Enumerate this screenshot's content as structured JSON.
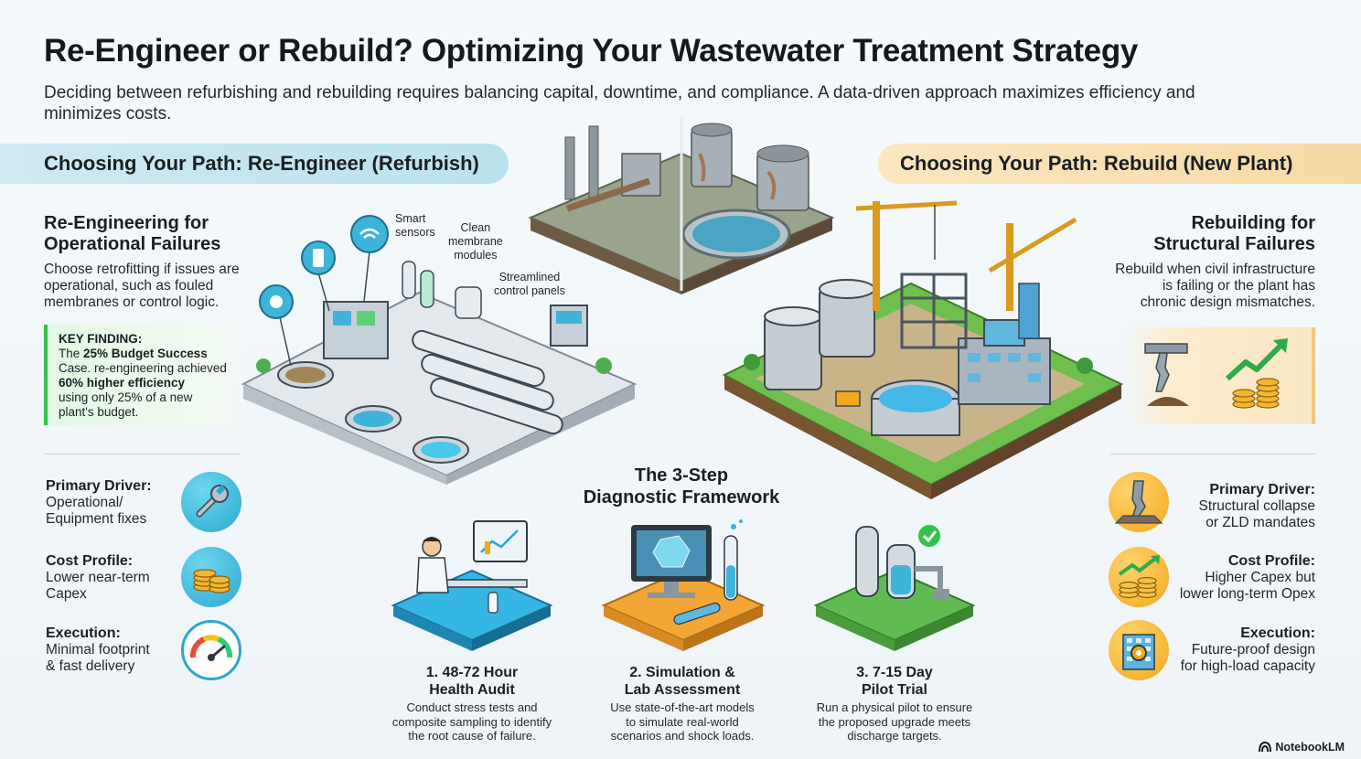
{
  "header": {
    "title": "Re-Engineer or Rebuild? Optimizing Your Wastewater Treatment Strategy",
    "subtitle": "Deciding between refurbishing and rebuilding requires balancing capital, downtime, and compliance. A data-driven approach maximizes efficiency and minimizes costs."
  },
  "left": {
    "pill": "Choosing Your Path: Re-Engineer (Refurbish)",
    "section_title_1": "Re-Engineering for",
    "section_title_2": "Operational Failures",
    "section_text": "Choose retrofitting if issues are operational, such as fouled membranes or control logic.",
    "key_finding": {
      "label": "KEY FINDING:",
      "line1_pre": "The ",
      "line1_bold": "25% Budget Success",
      "line2": "Case. re-engineering achieved",
      "line3_bold": "60% higher efficiency",
      "line4": "using only 25% of a new",
      "line5": "plant's budget."
    },
    "drivers": [
      {
        "label": "Primary Driver:",
        "text1": "Operational/",
        "text2": "Equipment fixes",
        "icon": "wrench-icon"
      },
      {
        "label": "Cost Profile:",
        "text1": "Lower near-term",
        "text2": "Capex",
        "icon": "coins-icon"
      },
      {
        "label": "Execution:",
        "text1": "Minimal footprint",
        "text2": "& fast delivery",
        "icon": "gauge-icon"
      }
    ],
    "callouts": {
      "smart_sensors_1": "Smart",
      "smart_sensors_2": "sensors",
      "membrane_1": "Clean",
      "membrane_2": "membrane",
      "membrane_3": "modules",
      "panels_1": "Streamlined",
      "panels_2": "control panels"
    }
  },
  "right": {
    "pill": "Choosing Your Path: Rebuild (New Plant)",
    "section_title_1": "Rebuilding for",
    "section_title_2": "Structural Failures",
    "section_text_1": "Rebuild when civil infrastructure",
    "section_text_2": "is failing or the plant has",
    "section_text_3": "chronic design mismatches.",
    "drivers": [
      {
        "label": "Primary Driver:",
        "text1": "Structural collapse",
        "text2": "or ZLD mandates",
        "icon": "broken-pillar-icon"
      },
      {
        "label": "Cost Profile:",
        "text1": "Higher Capex but",
        "text2": "lower long-term Opex",
        "icon": "growth-coins-icon"
      },
      {
        "label": "Execution:",
        "text1": "Future-proof design",
        "text2": "for high-load capacity",
        "icon": "building-gear-icon"
      }
    ]
  },
  "framework": {
    "title_1": "The 3-Step",
    "title_2": "Diagnostic Framework",
    "steps": [
      {
        "title_1": "1. 48-72 Hour",
        "title_2": "Health Audit",
        "text_1": "Conduct stress tests and",
        "text_2": "composite sampling to identify",
        "text_3": "the root cause of failure.",
        "color": "#2fa6d8"
      },
      {
        "title_1": "2. Simulation &",
        "title_2": "Lab Assessment",
        "text_1": "Use state-of-the-art models",
        "text_2": "to simulate real-world",
        "text_3": "scenarios and shock loads.",
        "color": "#f29a2e"
      },
      {
        "title_1": "3. 7-15 Day",
        "title_2": "Pilot Trial",
        "text_1": "Run a physical pilot to ensure",
        "text_2": "the proposed upgrade meets",
        "text_3": "discharge targets.",
        "color": "#5cb85c"
      }
    ]
  },
  "brand": "NotebookLM"
}
